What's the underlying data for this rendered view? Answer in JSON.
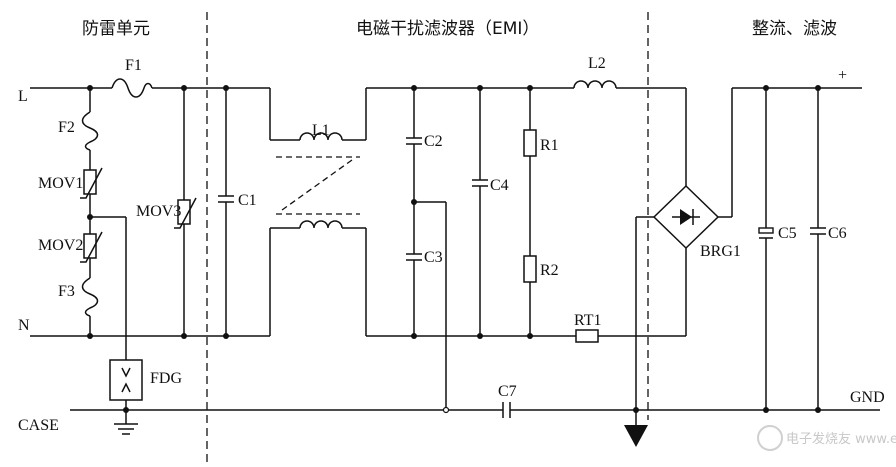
{
  "headers": {
    "surge": "防雷单元",
    "emi": "电磁干扰滤波器（EMI）",
    "rectifier": "整流、滤波"
  },
  "nets": {
    "line": "L",
    "neutral": "N",
    "case": "CASE",
    "ground": "GND",
    "plus": "+"
  },
  "components": {
    "f1": "F1",
    "f2": "F2",
    "f3": "F3",
    "mov1": "MOV1",
    "mov2": "MOV2",
    "mov3": "MOV3",
    "fdg": "FDG",
    "c1": "C1",
    "c2": "C2",
    "c3": "C3",
    "c4": "C4",
    "c5": "C5",
    "c6": "C6",
    "c7": "C7",
    "l1": "L1",
    "l2": "L2",
    "r1": "R1",
    "r2": "R2",
    "rt1": "RT1",
    "brg1": "BRG1"
  },
  "watermark": "电子发烧友 www.elecfans.com"
}
